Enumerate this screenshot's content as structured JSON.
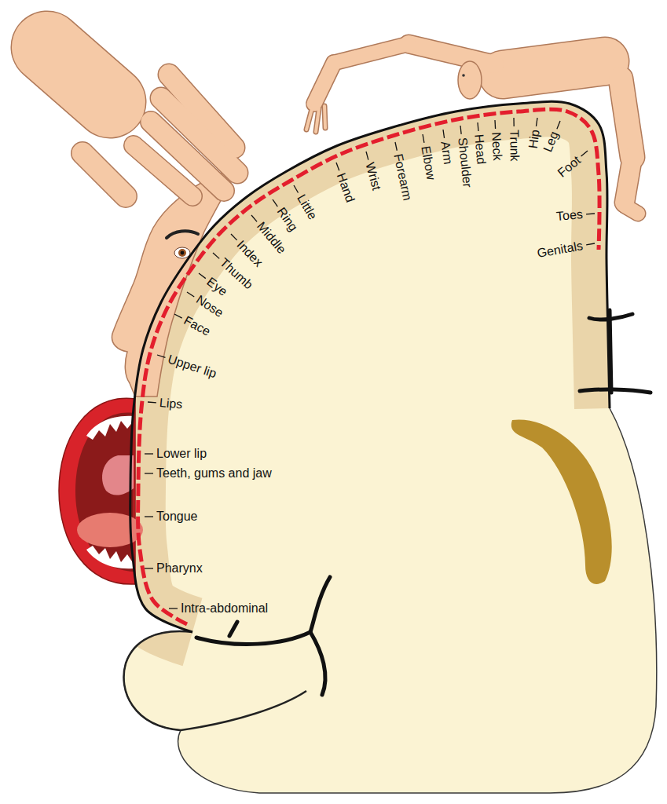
{
  "diagram": {
    "labels": [
      "Genitals",
      "Toes",
      "Foot",
      "Leg",
      "Hip",
      "Trunk",
      "Neck",
      "Head",
      "Shoulder",
      "Arm",
      "Elbow",
      "Forearm",
      "Wrist",
      "Hand",
      "Little",
      "Ring",
      "Middle",
      "Index",
      "Thumb",
      "Eye",
      "Nose",
      "Face",
      "Upper lip",
      "Lips",
      "Lower lip",
      "Teeth, gums and jaw",
      "Tongue",
      "Pharynx",
      "Intra-abdominal"
    ]
  }
}
